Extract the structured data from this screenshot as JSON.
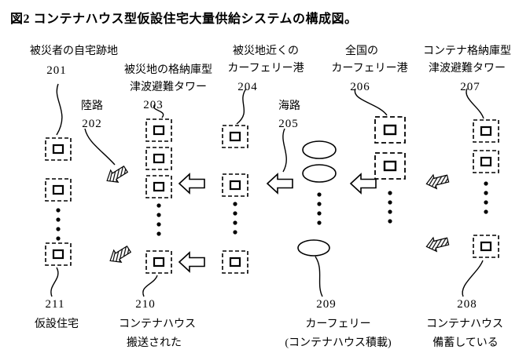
{
  "title": "図2  コンテナハウス型仮設住宅大量供給システムの構成図。",
  "nodes": {
    "site201": {
      "label": "被災者の自宅跡地",
      "num": "201"
    },
    "land202": {
      "label": "陸路",
      "num": "202"
    },
    "tower203": {
      "label1": "被災地の格納庫型",
      "label2": "津波避難タワー",
      "num": "203"
    },
    "port204": {
      "label1": "被災地近くの",
      "label2": "カーフェリー港",
      "num": "204"
    },
    "sea205": {
      "label": "海路",
      "num": "205"
    },
    "port206": {
      "label1": "全国の",
      "label2": "カーフェリー港",
      "num": "206"
    },
    "tower207": {
      "label1": "コンテナ格納庫型",
      "label2": "津波避難タワー",
      "num": "207"
    },
    "housing211": {
      "num": "211",
      "label": "仮設住宅"
    },
    "transported210": {
      "num": "210",
      "label1": "コンテナハウス",
      "label2": "搬送された"
    },
    "ferry209": {
      "num": "209",
      "label1": "カーフェリー",
      "label2": "(コンテナハウス積載)"
    },
    "stock208": {
      "num": "208",
      "label1": "コンテナハウス",
      "label2": "備蓄している"
    }
  }
}
